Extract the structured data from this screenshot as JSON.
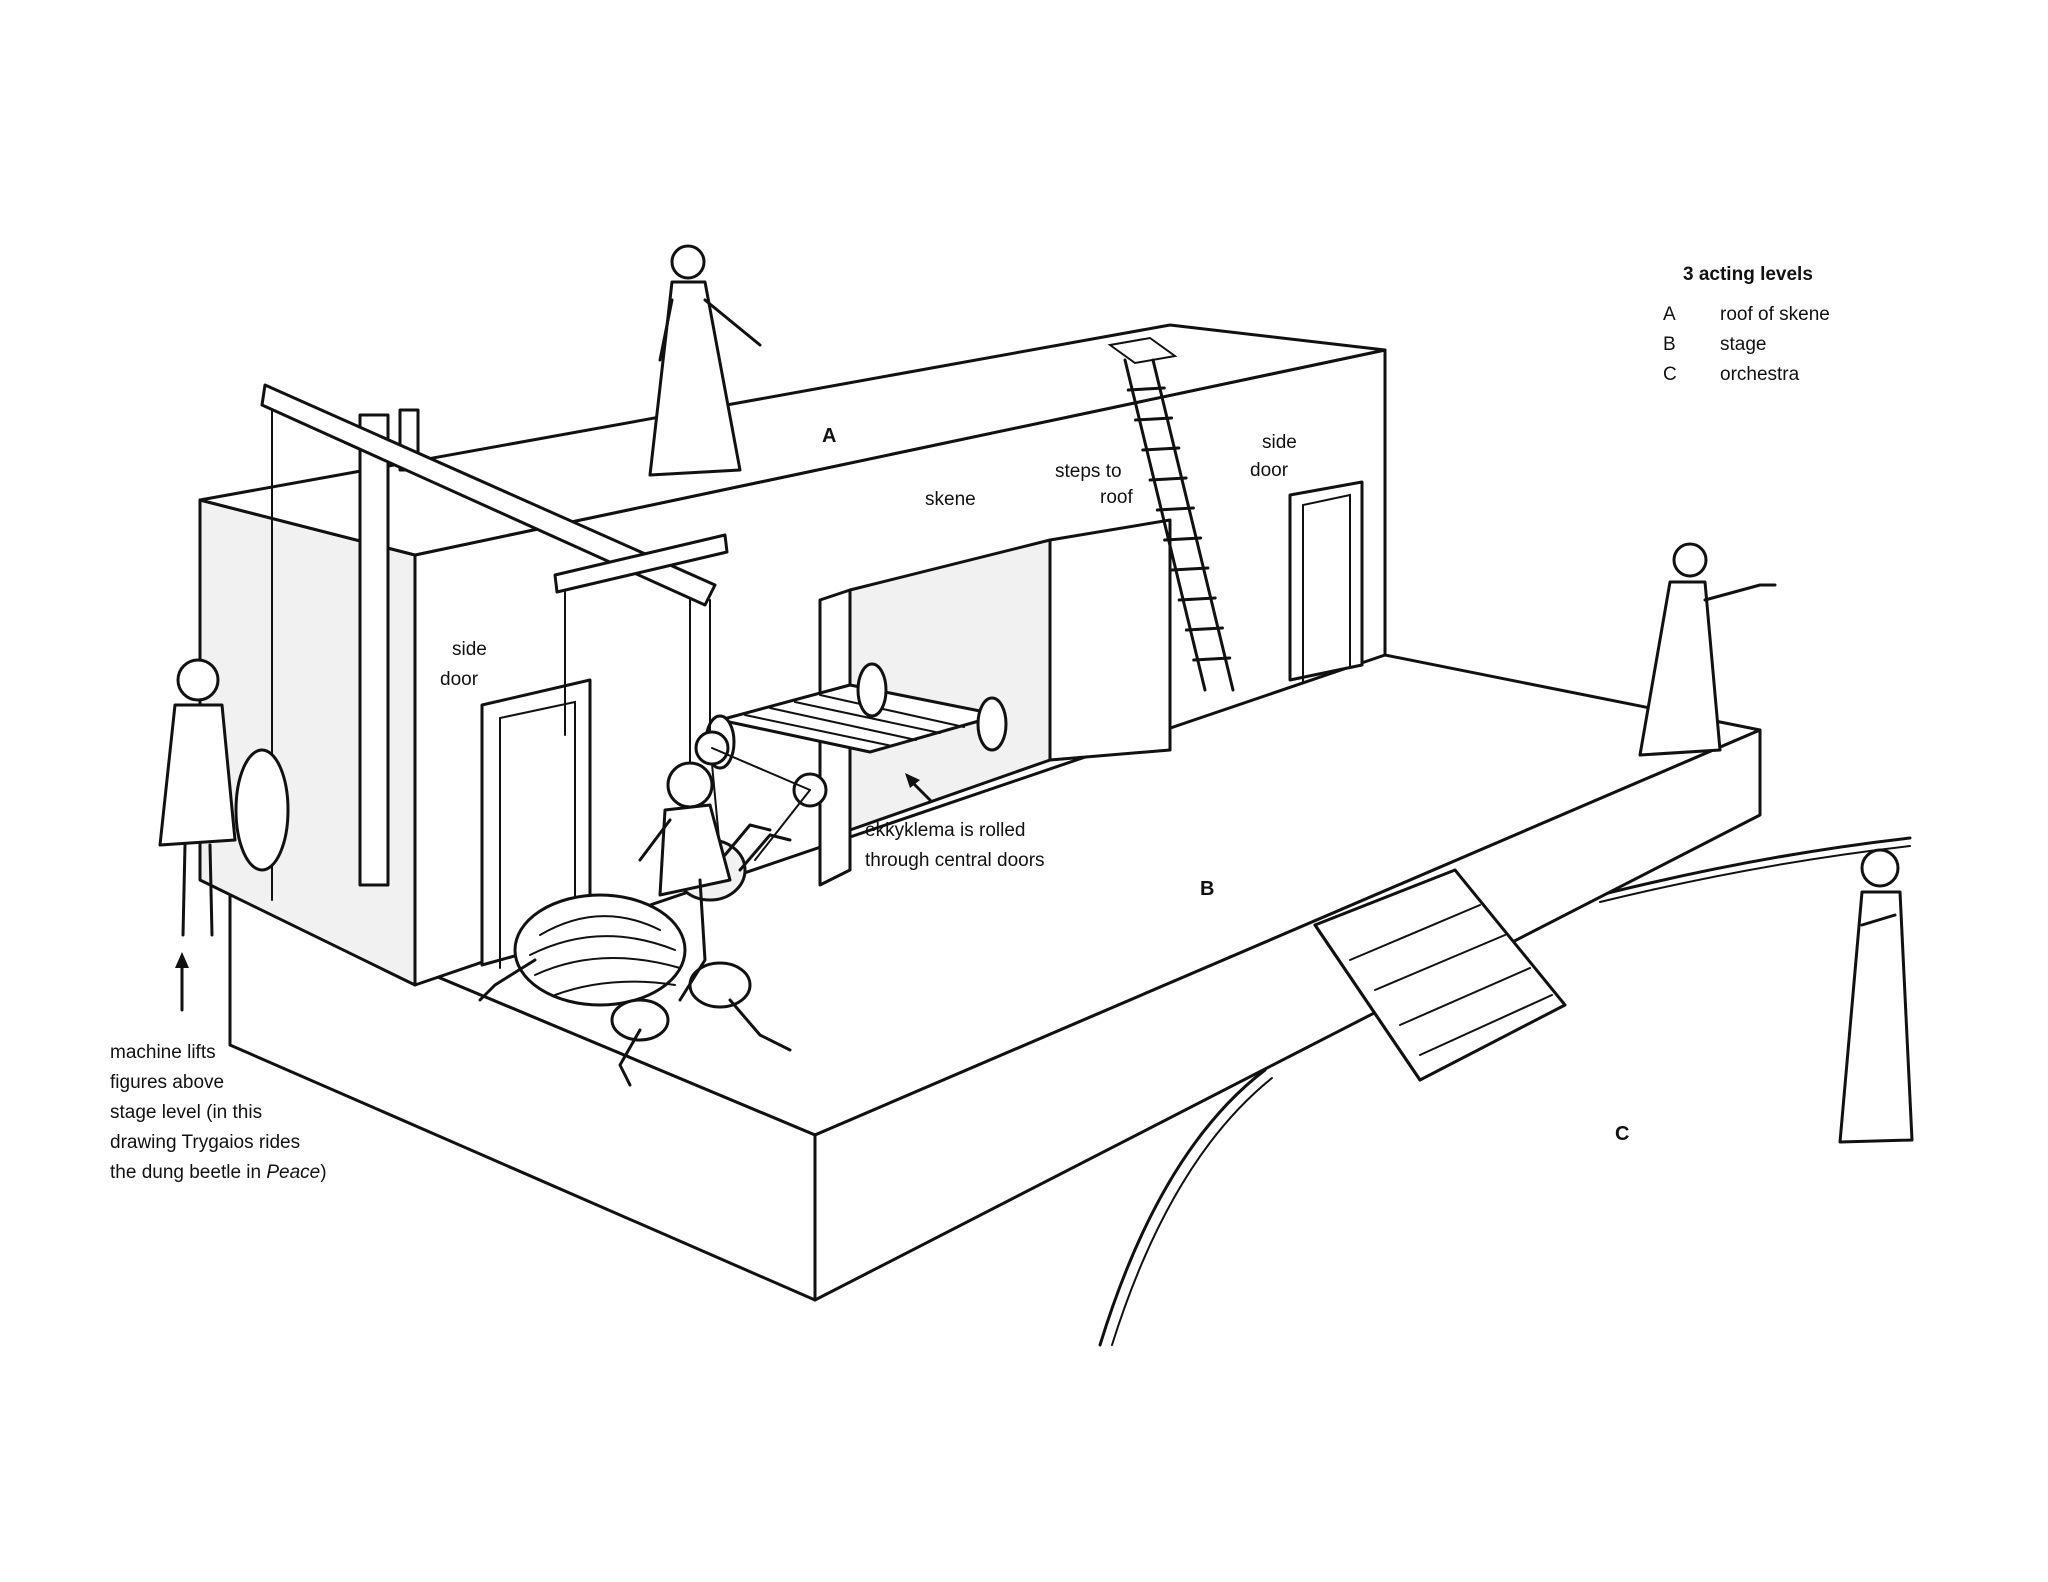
{
  "labels": {
    "A": "A",
    "B": "B",
    "C": "C",
    "skene": "skene",
    "steps_line1": "steps to",
    "steps_line2": "roof",
    "side_door_left_1": "side",
    "side_door_left_2": "door",
    "side_door_right_1": "side",
    "side_door_right_2": "door",
    "ekkyklema_1": "ekkyklema is rolled",
    "ekkyklema_2": "through central doors"
  },
  "legend": {
    "title": "3 acting levels",
    "items": [
      {
        "key": "A",
        "text": "roof of skene"
      },
      {
        "key": "B",
        "text": "stage"
      },
      {
        "key": "C",
        "text": "orchestra"
      }
    ]
  },
  "machine_note": {
    "line1": "machine lifts",
    "line2": "figures above",
    "line3": "stage level (in this",
    "line4": "drawing Trygaios rides",
    "line5_prefix": "the dung beetle in ",
    "line5_italic": "Peace",
    "line5_suffix": ")"
  }
}
